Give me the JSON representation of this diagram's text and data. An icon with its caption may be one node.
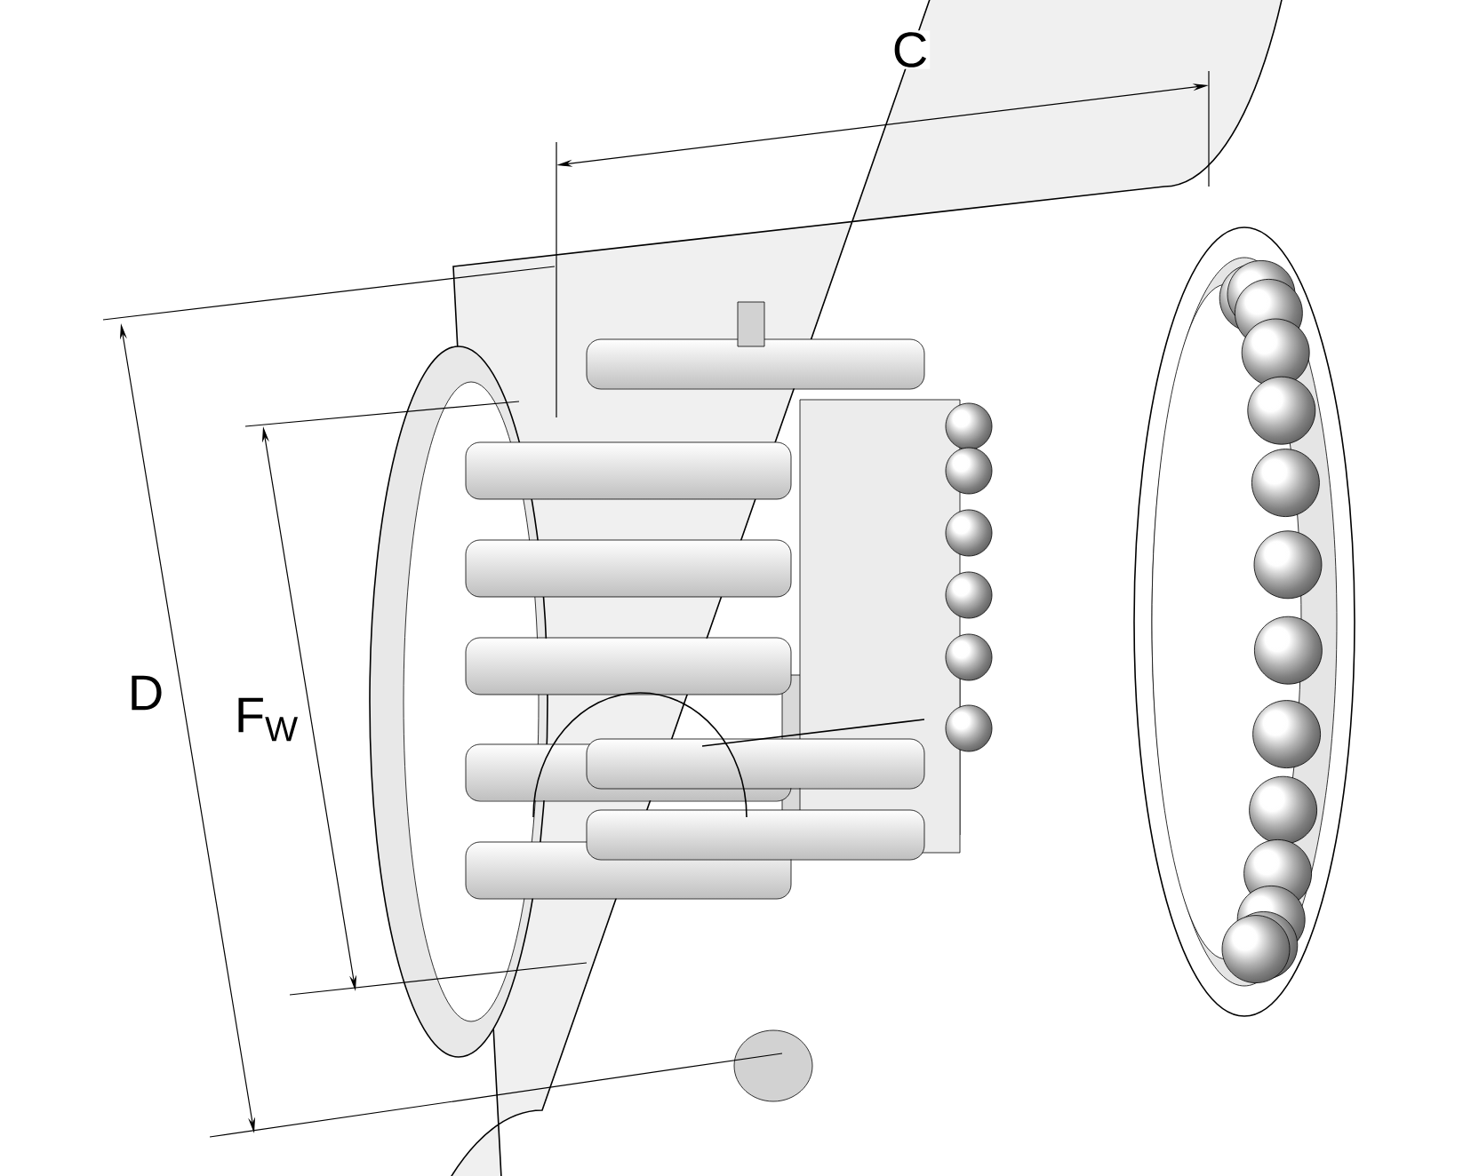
{
  "diagram": {
    "labels": [
      "C",
      "D",
      "F$_{W}$"
    ]
  }
}
